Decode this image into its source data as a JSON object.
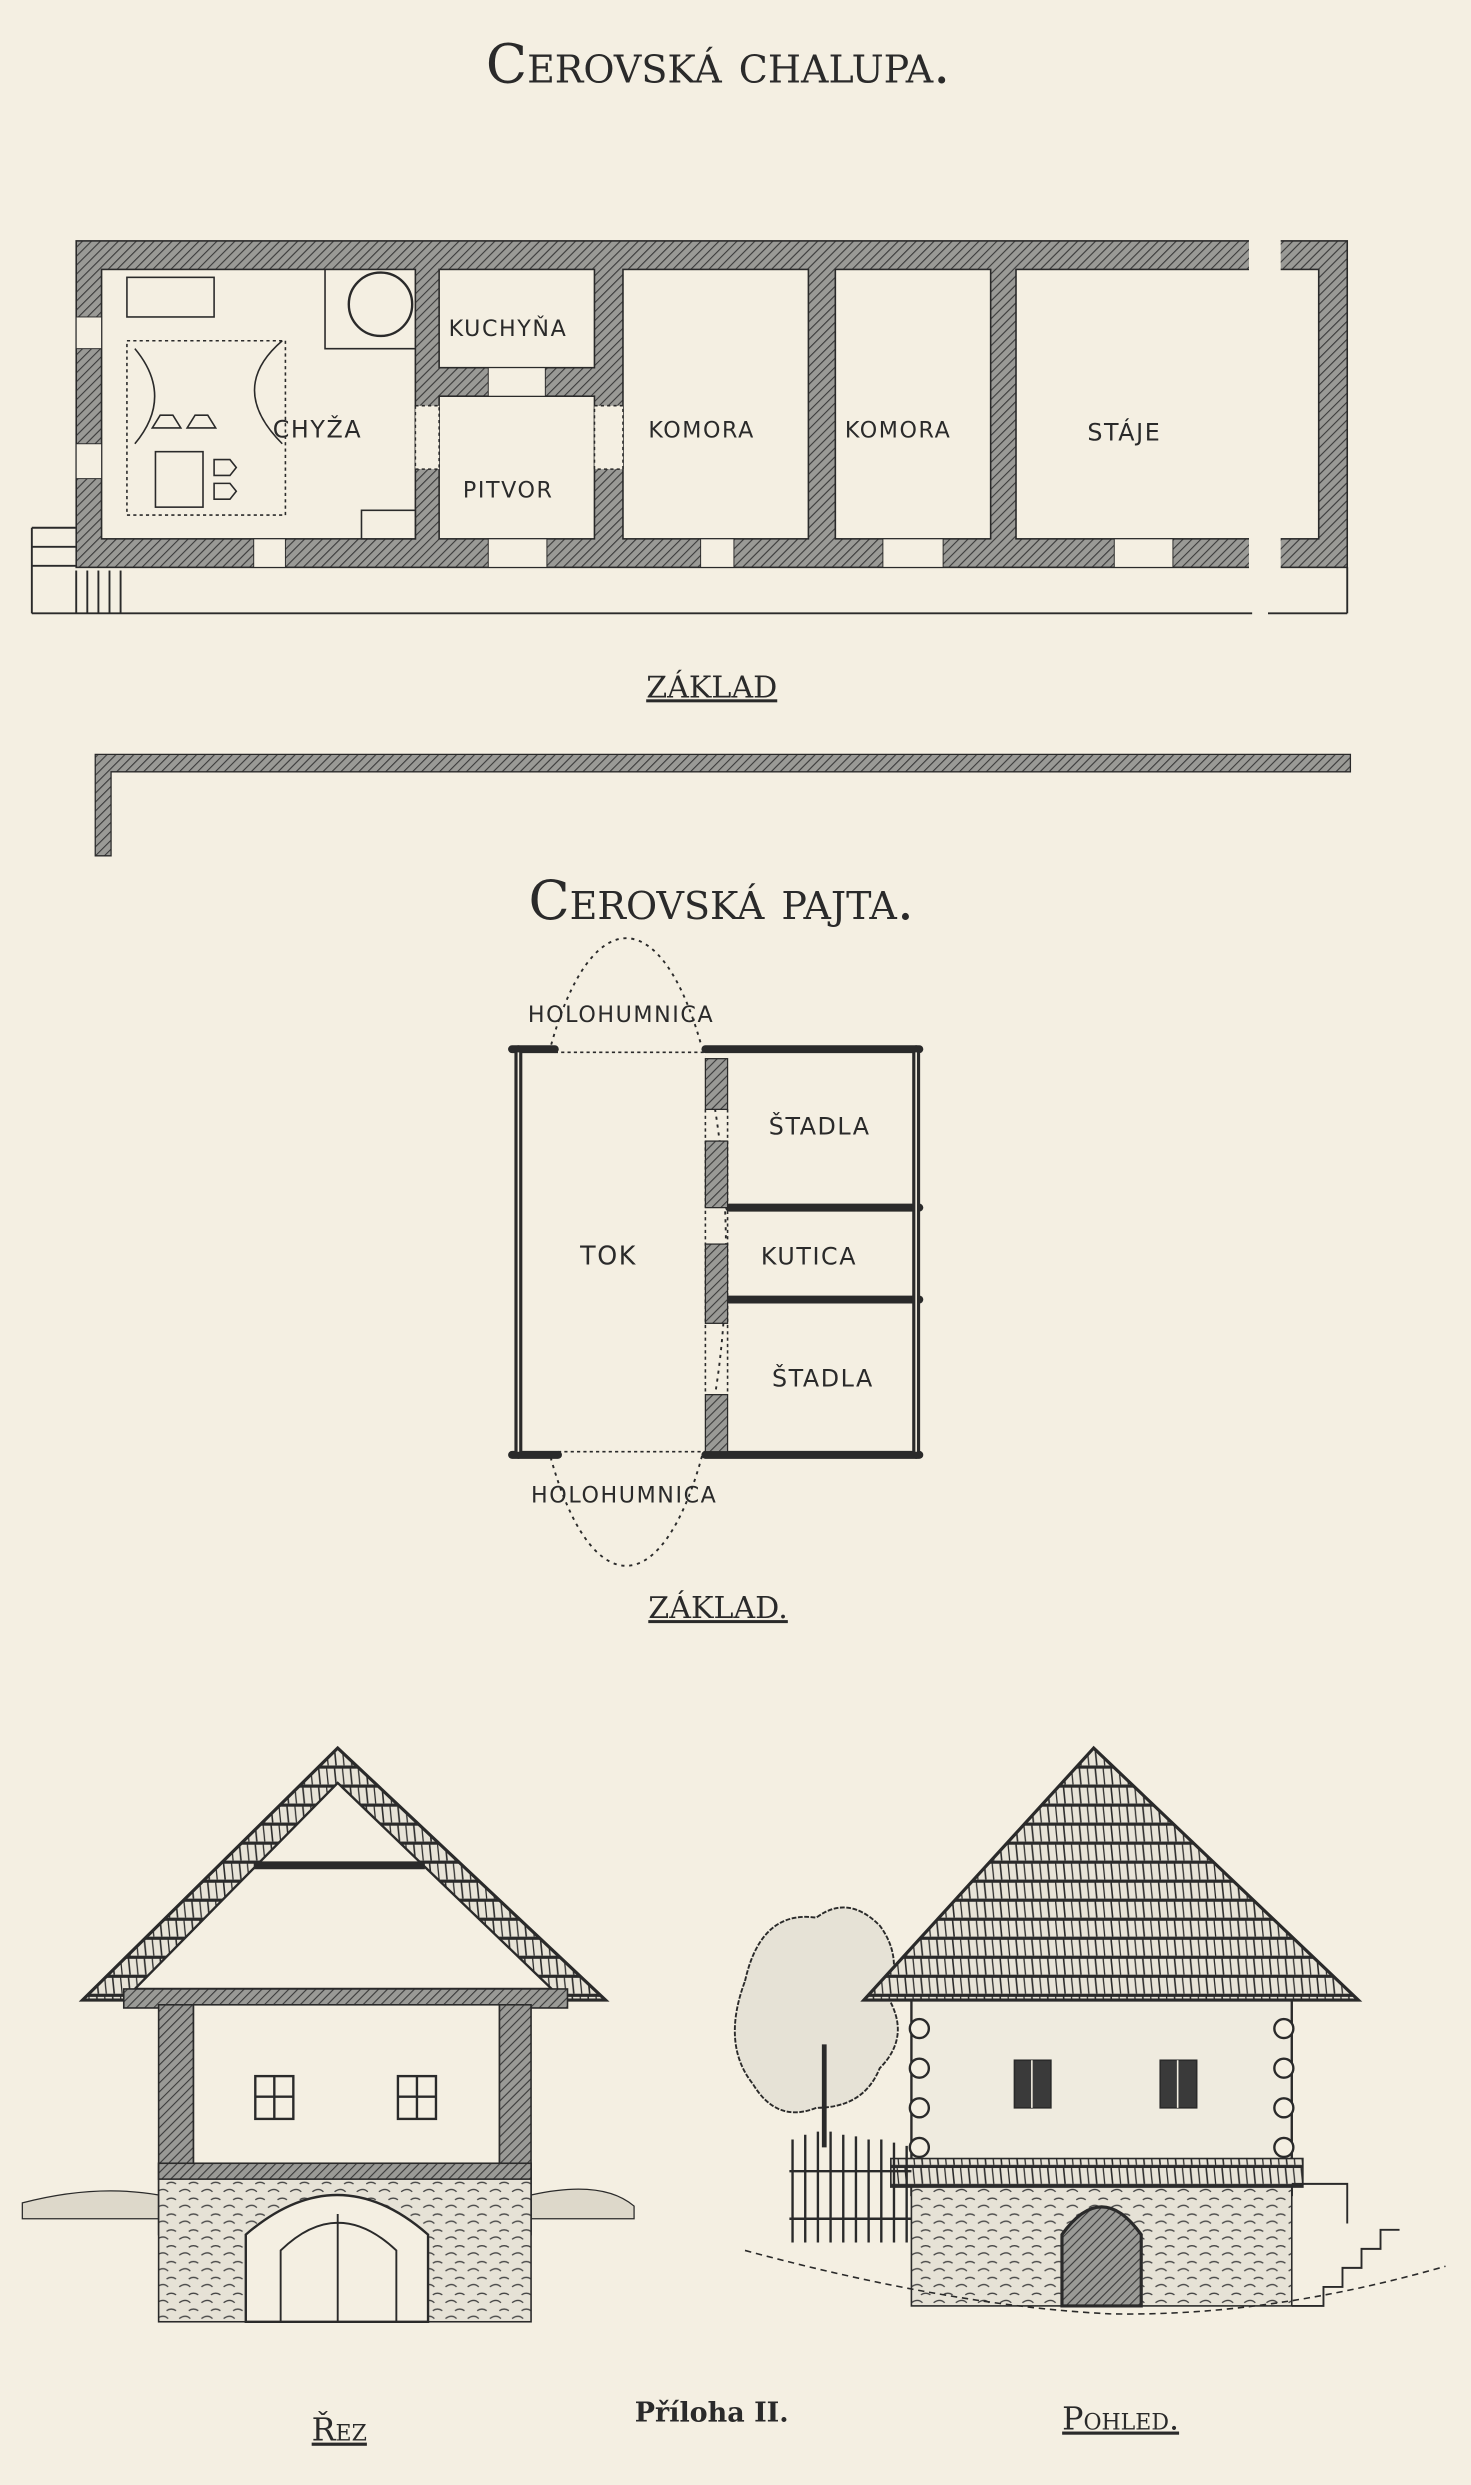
{
  "chalupa": {
    "title": "Cerovská chalupa.",
    "rooms": {
      "chyza": "CHYŽA",
      "kuchyna": "KUCHYŇA",
      "pitvor": "PITVOR",
      "komora1": "KOMORA",
      "komora2": "KOMORA",
      "staje": "STÁJE"
    },
    "plan_label": "ZÁKLAD"
  },
  "pajta": {
    "title": "Cerovská pajta.",
    "rooms": {
      "holohumnica_top": "HOLOHUMNICA",
      "holohumnica_bottom": "HOLOHUMNICA",
      "tok": "TOK",
      "stadla1": "ŠTADLA",
      "kutica": "KUTICA",
      "stadla2": "ŠTADLA"
    },
    "plan_label": "ZÁKLAD."
  },
  "elevations": {
    "section_label": "Řez",
    "view_label": "Pohled."
  },
  "plate_label": "Příloha II.",
  "colors": {
    "paper": "#f4efe2",
    "ink": "#2a2a2a",
    "wall": "#8a8a86"
  }
}
